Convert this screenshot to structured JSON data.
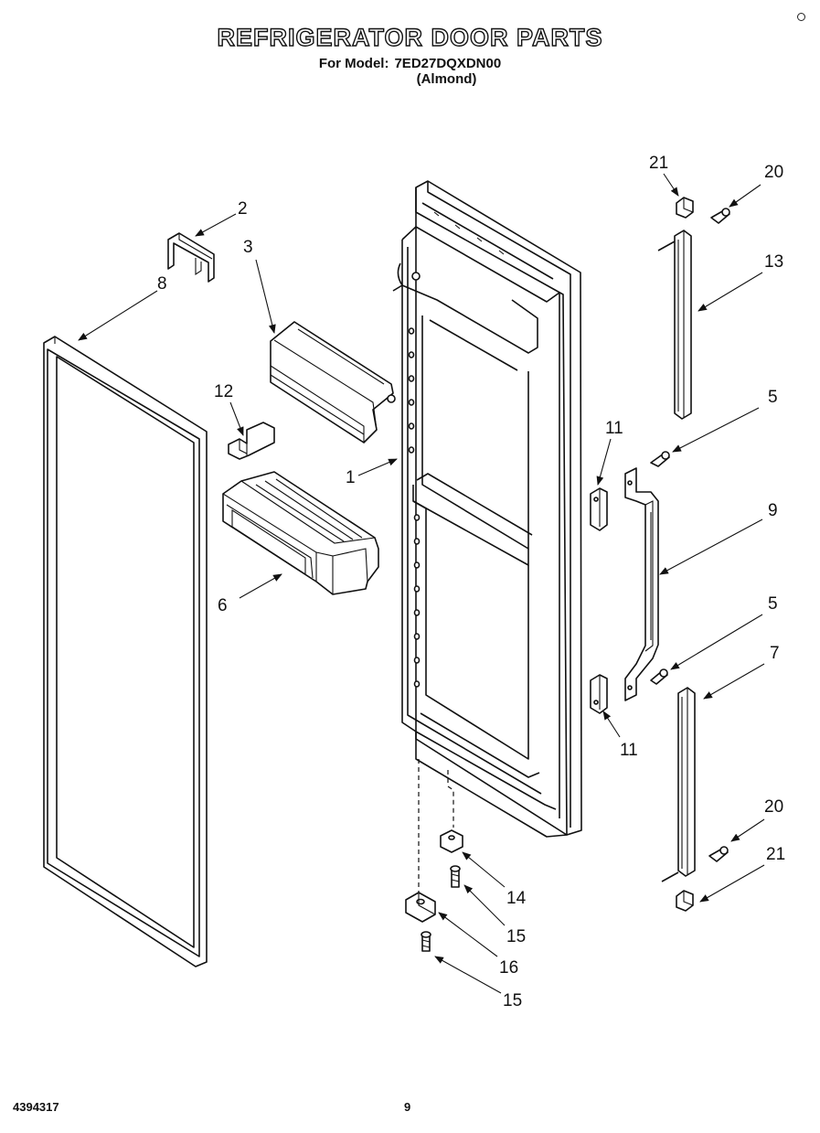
{
  "header": {
    "title": "REFRIGERATOR DOOR PARTS",
    "model_label": "For Model:",
    "model_number": "7ED27DQXDN00",
    "finish": "(Almond)"
  },
  "footer": {
    "doc_number": "4394317",
    "page_number": "9"
  },
  "callouts": {
    "c1": "1",
    "c2": "2",
    "c3": "3",
    "c5a": "5",
    "c5b": "5",
    "c6": "6",
    "c7": "7",
    "c8": "8",
    "c9": "9",
    "c11a": "11",
    "c11b": "11",
    "c12": "12",
    "c13": "13",
    "c14": "14",
    "c15a": "15",
    "c15b": "15",
    "c16": "16",
    "c20a": "20",
    "c20b": "20",
    "c21a": "21",
    "c21b": "21"
  }
}
